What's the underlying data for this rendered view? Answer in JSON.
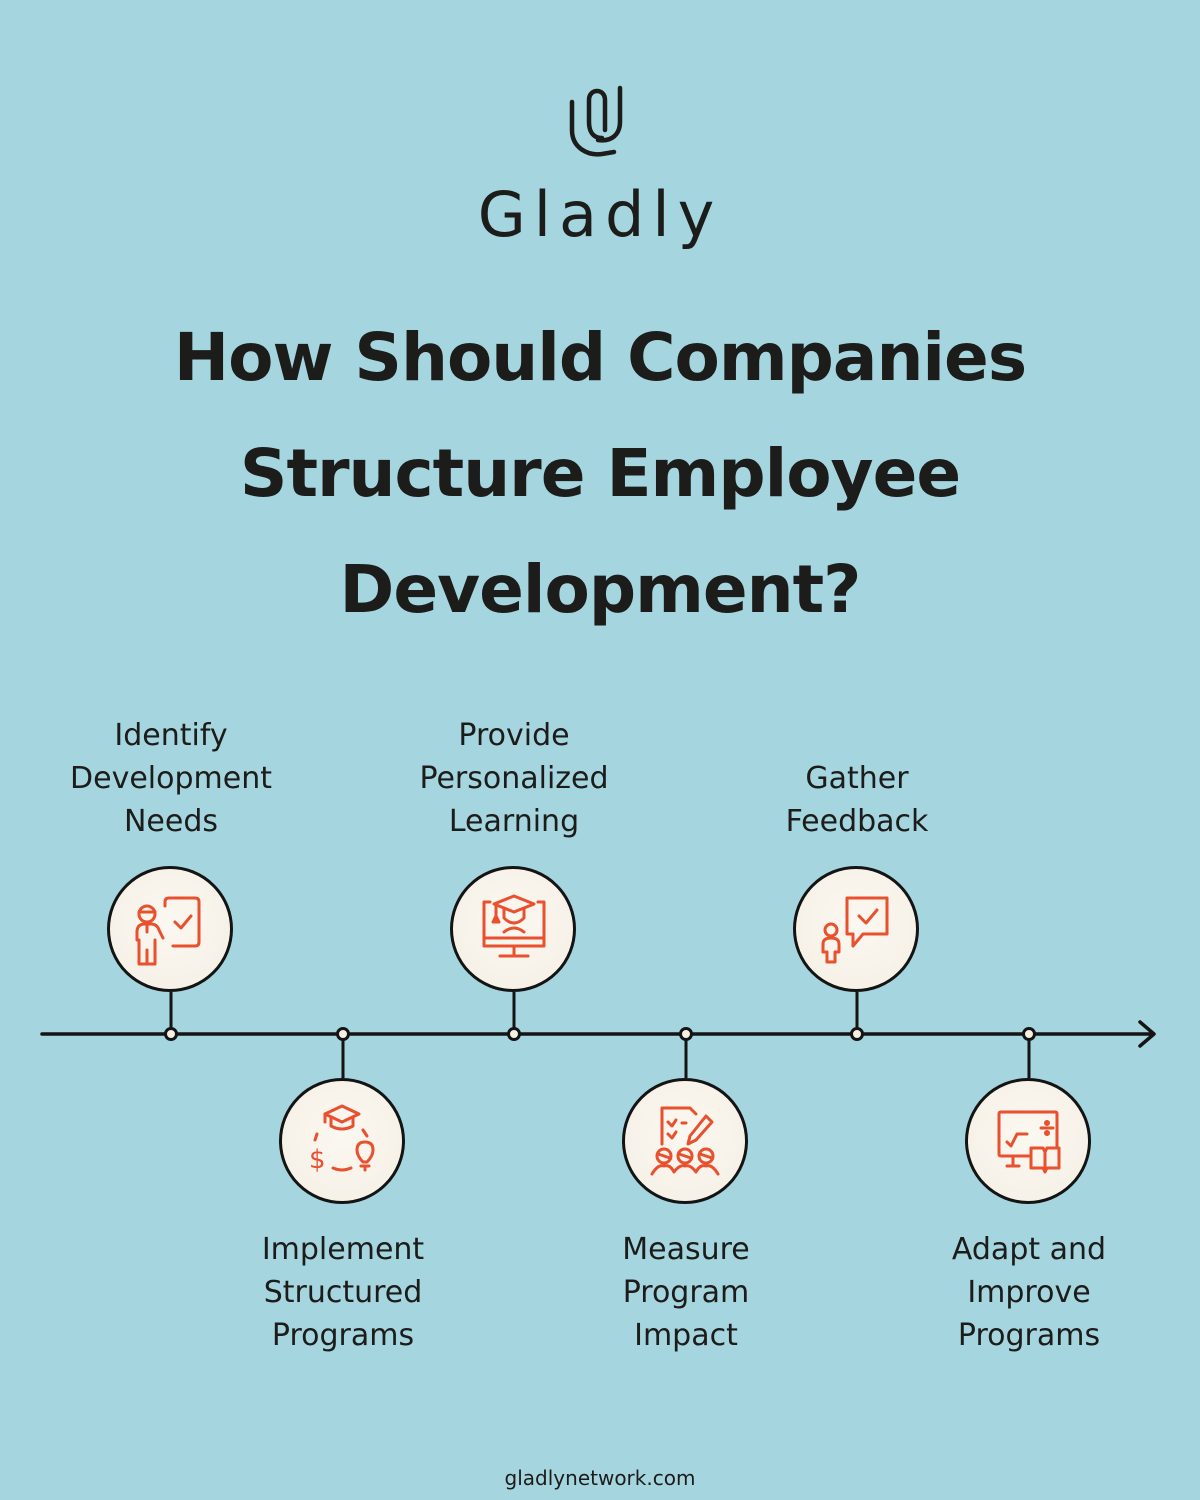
{
  "brand": {
    "logo_icon": "gladly-paperclip-logo-icon",
    "name": "Gladly"
  },
  "title": {
    "lines": [
      "How Should Companies",
      "Structure Employee",
      "Development?"
    ]
  },
  "colors": {
    "background": "#a5d5de",
    "icon_accent": "#e8502e",
    "node_fill": "#f8f4ec",
    "line": "#141414",
    "text": "#1c1c1a"
  },
  "timeline": {
    "direction": "left-to-right",
    "steps": [
      {
        "order": 1,
        "position": "above",
        "label_lines": [
          "Identify",
          "Development",
          "Needs"
        ],
        "icon": "presenter-checklist-icon"
      },
      {
        "order": 2,
        "position": "below",
        "label_lines": [
          "Implement",
          "Structured",
          "Programs"
        ],
        "icon": "graduation-money-idea-cycle-icon"
      },
      {
        "order": 3,
        "position": "above",
        "label_lines": [
          "Provide",
          "Personalized",
          "Learning"
        ],
        "icon": "online-graduate-monitor-icon"
      },
      {
        "order": 4,
        "position": "below",
        "label_lines": [
          "Measure",
          "Program",
          "Impact"
        ],
        "icon": "checklist-team-assessment-icon"
      },
      {
        "order": 5,
        "position": "above",
        "label_lines": [
          "Gather",
          "Feedback"
        ],
        "icon": "person-speech-check-icon"
      },
      {
        "order": 6,
        "position": "below",
        "label_lines": [
          "Adapt and",
          "Improve",
          "Programs"
        ],
        "icon": "math-screen-book-icon"
      }
    ]
  },
  "footer": {
    "url": "gladlynetwork.com"
  }
}
